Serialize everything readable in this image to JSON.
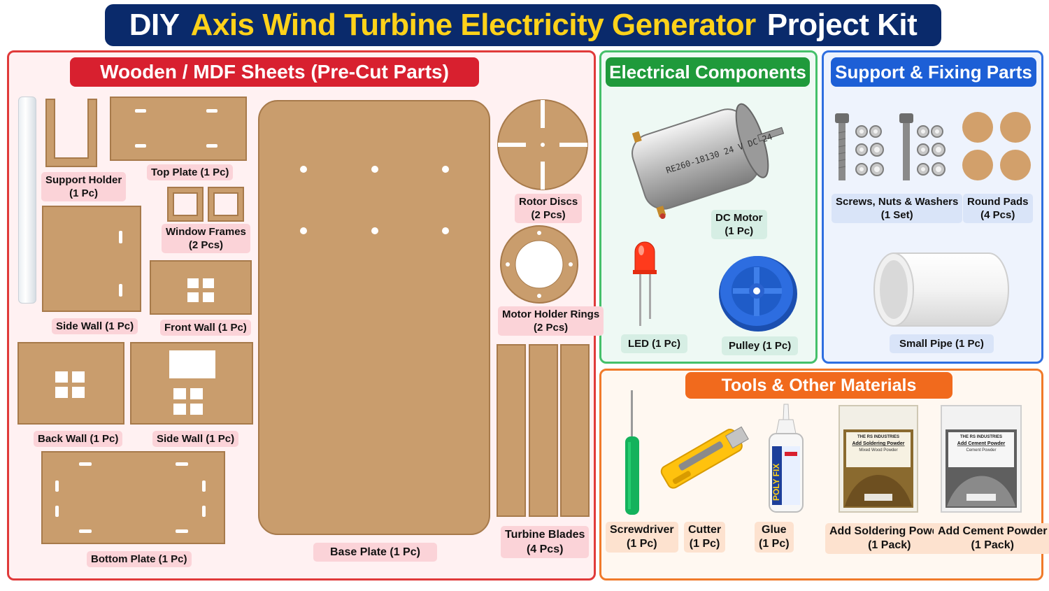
{
  "title": {
    "prefix": "DIY",
    "highlight": "Axis Wind Turbine Electricity Generator",
    "suffix": "Project Kit"
  },
  "colors": {
    "title_bg": "#0a2a6b",
    "title_highlight": "#ffd21a",
    "wood": "#d8202f",
    "electrical": "#1f9a3b",
    "support": "#1d5fd6",
    "tools": "#f16a1d",
    "mdf": "#c99d6d"
  },
  "sections": {
    "wood": {
      "title": "Wooden / MDF Sheets (Pre-Cut Parts)",
      "items": [
        {
          "name": "Support Holder",
          "qty": "(1 Pc)"
        },
        {
          "name": "Top Plate (1 Pc)"
        },
        {
          "name": "Window Frames",
          "qty": "(2 Pcs)"
        },
        {
          "name": "Side Wall (1 Pc)"
        },
        {
          "name": "Front Wall (1 Pc)"
        },
        {
          "name": "Back Wall (1 Pc)"
        },
        {
          "name": "Side Wall (1 Pc)"
        },
        {
          "name": "Bottom Plate (1 Pc)"
        },
        {
          "name": "Base Plate (1 Pc)"
        },
        {
          "name": "Rotor Discs",
          "qty": "(2 Pcs)"
        },
        {
          "name": "Motor Holder Rings",
          "qty": "(2 Pcs)"
        },
        {
          "name": "Turbine Blades",
          "qty": "(4 Pcs)"
        }
      ]
    },
    "electrical": {
      "title": "Electrical Components",
      "items": [
        {
          "name": "DC Motor",
          "qty": "(1 Pc)"
        },
        {
          "name": "LED (1 Pc)"
        },
        {
          "name": "Pulley (1 Pc)"
        }
      ]
    },
    "support": {
      "title": "Support & Fixing Parts",
      "items": [
        {
          "name": "Screws, Nuts & Washers",
          "qty": "(1 Set)"
        },
        {
          "name": "Round Pads",
          "qty": "(4 Pcs)"
        },
        {
          "name": "Small Pipe (1 Pc)"
        }
      ]
    },
    "tools": {
      "title": "Tools & Other Materials",
      "items": [
        {
          "name": "Screwdriver",
          "qty": "(1 Pc)"
        },
        {
          "name": "Cutter",
          "qty": "(1 Pc)"
        },
        {
          "name": "Glue",
          "qty": "(1 Pc)"
        },
        {
          "name": "Add Soldering Powder",
          "qty": "(1 Pack)"
        },
        {
          "name": "Add Cement Powder",
          "qty": "(1 Pack)"
        }
      ]
    }
  },
  "product_labels": {
    "motor_print": "RE260-18130 24 V DC 24",
    "glue_brand": "POLY FIX",
    "bag_company": "THE RS INDUSTRIES",
    "soldering_bag_title": "Add Soldering Powder",
    "soldering_bag_sub": "Mixed Wood Powder",
    "cement_bag_title": "Add Cement Powder",
    "cement_bag_sub": "Cement Powder"
  },
  "icons": [
    "dc-motor-icon",
    "led-icon",
    "pulley-icon",
    "screws-nuts-icon",
    "round-pads-icon",
    "pipe-icon",
    "screwdriver-icon",
    "cutter-icon",
    "glue-bottle-icon",
    "soldering-bag-icon",
    "cement-bag-icon"
  ]
}
